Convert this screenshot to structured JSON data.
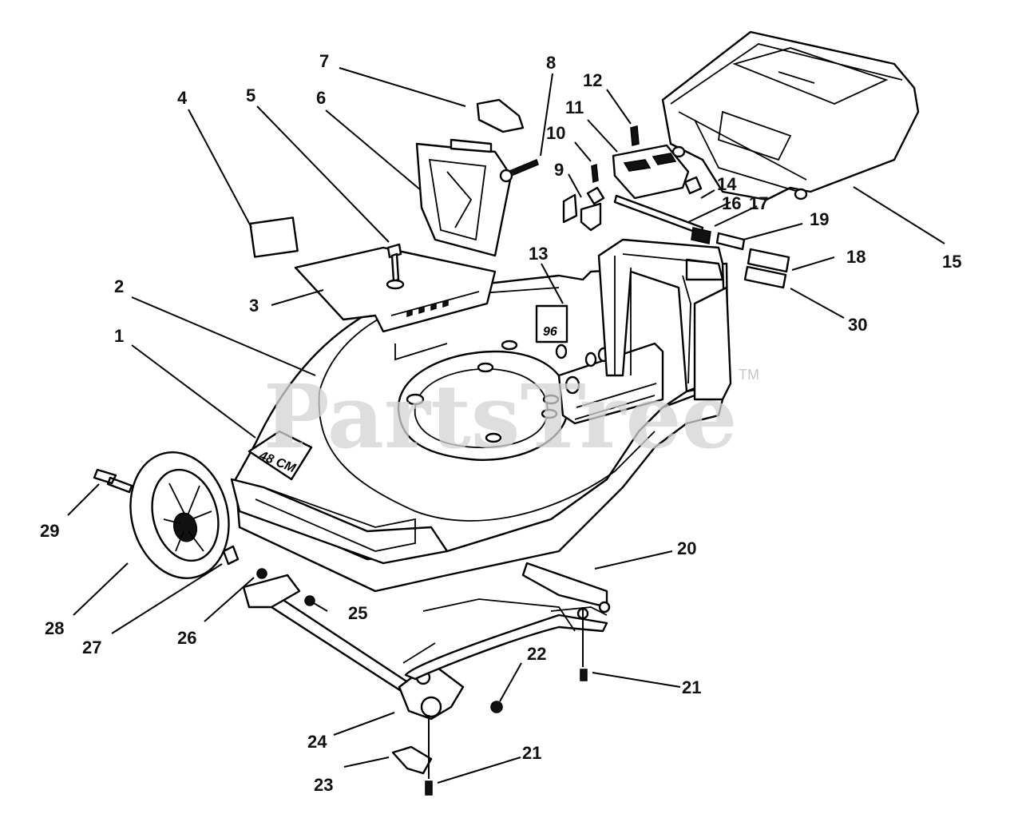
{
  "watermark": {
    "text": "PartsTree",
    "trademark": "TM"
  },
  "deck_marking": "48 CM",
  "sticker_marking": "96",
  "callouts": [
    {
      "id": "c1",
      "label": "1"
    },
    {
      "id": "c2",
      "label": "2"
    },
    {
      "id": "c3",
      "label": "3"
    },
    {
      "id": "c4",
      "label": "4"
    },
    {
      "id": "c5",
      "label": "5"
    },
    {
      "id": "c6",
      "label": "6"
    },
    {
      "id": "c7",
      "label": "7"
    },
    {
      "id": "c8",
      "label": "8"
    },
    {
      "id": "c9",
      "label": "9"
    },
    {
      "id": "c10",
      "label": "10"
    },
    {
      "id": "c11",
      "label": "11"
    },
    {
      "id": "c12",
      "label": "12"
    },
    {
      "id": "c13",
      "label": "13"
    },
    {
      "id": "c14",
      "label": "14"
    },
    {
      "id": "c15",
      "label": "15"
    },
    {
      "id": "c16",
      "label": "16"
    },
    {
      "id": "c17",
      "label": "17"
    },
    {
      "id": "c18",
      "label": "18"
    },
    {
      "id": "c19",
      "label": "19"
    },
    {
      "id": "c20",
      "label": "20"
    },
    {
      "id": "c21a",
      "label": "21"
    },
    {
      "id": "c21b",
      "label": "21"
    },
    {
      "id": "c22",
      "label": "22"
    },
    {
      "id": "c23",
      "label": "23"
    },
    {
      "id": "c24",
      "label": "24"
    },
    {
      "id": "c25",
      "label": "25"
    },
    {
      "id": "c26",
      "label": "26"
    },
    {
      "id": "c27",
      "label": "27"
    },
    {
      "id": "c28",
      "label": "28"
    },
    {
      "id": "c29",
      "label": "29"
    },
    {
      "id": "c30",
      "label": "30"
    }
  ]
}
